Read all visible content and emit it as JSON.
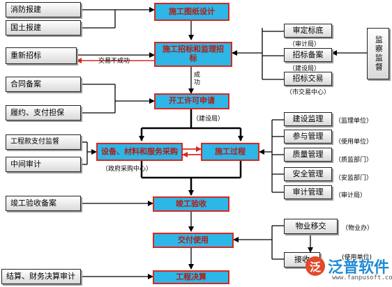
{
  "main_flow": {
    "design": "施工图纸设计",
    "tender": "施工招标和监理招标",
    "permit": "开工许可申请",
    "procurement": "设备、材料和服务采购",
    "construction": "施工过程",
    "acceptance": "竣工验收",
    "handover": "交付使用",
    "settlement": "工程决算"
  },
  "left_items": {
    "fire": "消防报建",
    "land": "国土报建",
    "retender": "重新招标",
    "contract_filing": "合同备案",
    "guarantee": "履约、支付担保",
    "payment_supervision": "工程款支付监督",
    "midterm_audit": "中间审计",
    "completion_filing": "竣工验收备案",
    "final_audit": "结算、财务决算审计"
  },
  "right_items": {
    "bid_review": "审定标底",
    "bid_filing": "招标备案",
    "bid_trade": "招标交易",
    "supervision_box": "监察监督",
    "build_supervision": "建设监理",
    "participate": "参与管理",
    "quality": "质量管理",
    "safety": "安全管理",
    "audit_mgmt": "审计管理",
    "property": "物业移交",
    "receive": "接收"
  },
  "notes": {
    "audit_bureau": "（审计局）",
    "construction_bureau": "（建设局）",
    "trade_center": "（市交易中心）",
    "trade_failed": "交易不成功",
    "success": "成功",
    "permit_bureau": "（建设局）",
    "gov_procurement": "（政府采购中心）",
    "supervisor_unit": "（监理单位）",
    "user_unit": "（使用单位）",
    "quality_dept": "（质监部门）",
    "safety_dept": "（安监部门）",
    "audit_bureau2": "（审计局）",
    "property_office": "（物业办）",
    "user_unit2": "(使用单位)"
  },
  "watermark": {
    "mark": "泛",
    "name": "泛普软件",
    "url": "www.fanpusoft.com"
  },
  "colors": {
    "main_fill": "#2db6e6",
    "main_border": "#d7281f",
    "main_text": "#b41c14"
  }
}
